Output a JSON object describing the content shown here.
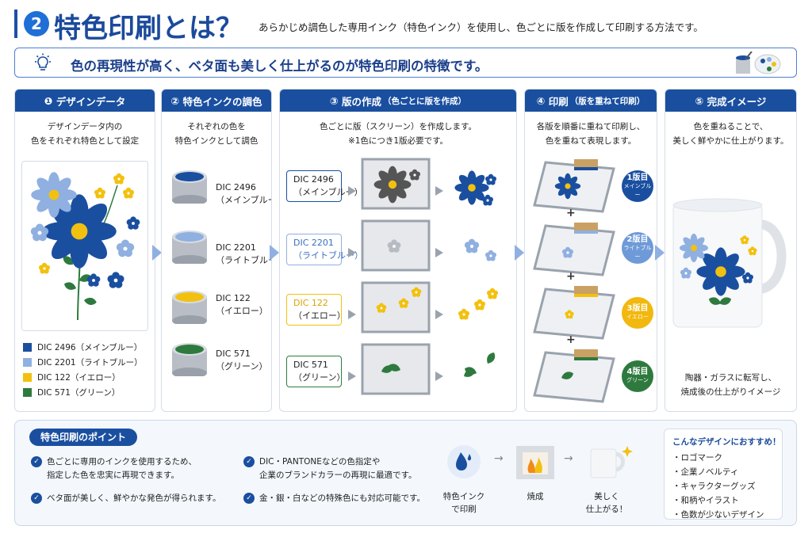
{
  "header": {
    "number": "2",
    "title": "特色印刷とは？",
    "description": "あらかじめ調色した専用インク（特色インク）を使用し、色ごとに版を作成して印刷する方法です。"
  },
  "banner": {
    "icon": "lightbulb-icon",
    "text": "色の再現性が高く、ベタ面も美しく仕上がるのが特色印刷の特徴です。"
  },
  "colors": {
    "main_blue": "#1a4fa0",
    "light_blue": "#8fb0e0",
    "yellow": "#f2c10f",
    "green": "#2e7a3e"
  },
  "steps": [
    {
      "num": "❶",
      "title": "デザインデータ",
      "sub": "",
      "lines": [
        "デザインデータ内の",
        "色をそれぞれ特色として設定"
      ]
    },
    {
      "num": "②",
      "title": "特色インクの調色",
      "sub": "",
      "lines": [
        "それぞれの色を",
        "特色インクとして調色"
      ]
    },
    {
      "num": "③",
      "title": "版の作成",
      "sub": "（色ごとに版を作成）",
      "lines": [
        "色ごとに版（スクリーン）を作成します。",
        "※1色につき1版必要です。"
      ]
    },
    {
      "num": "④",
      "title": "印刷",
      "sub": "（版を重ねて印刷）",
      "lines": [
        "各版を順番に重ねて印刷し、",
        "色を重ねて表現します。"
      ]
    },
    {
      "num": "⑤",
      "title": "完成イメージ",
      "sub": "",
      "lines": [
        "色を重ねることで、",
        "美しく鮮やかに仕上がります。"
      ]
    }
  ],
  "legend": [
    {
      "label": "DIC 2496（メインブルー）",
      "color": "#1a4fa0"
    },
    {
      "label": "DIC 2201（ライトブルー）",
      "color": "#8fb0e0"
    },
    {
      "label": "DIC 122（イエロー）",
      "color": "#f2c10f"
    },
    {
      "label": "DIC 571（グリーン）",
      "color": "#2e7a3e"
    }
  ],
  "inks": [
    {
      "code": "DIC 2496",
      "name": "（メインブルー）"
    },
    {
      "code": "DIC 2201",
      "name": "（ライトブルー）"
    },
    {
      "code": "DIC 122",
      "name": "（イエロー）"
    },
    {
      "code": "DIC 571",
      "name": "（グリーン）"
    }
  ],
  "plates": [
    {
      "code": "DIC 2496",
      "name": "（メインブルー）"
    },
    {
      "code": "DIC 2201",
      "name": "（ライトブルー）"
    },
    {
      "code": "DIC 122",
      "name": "（イエロー）"
    },
    {
      "code": "DIC 571",
      "name": "（グリーン）"
    }
  ],
  "print_badges": [
    {
      "order": "1版目",
      "name": "メインブルー"
    },
    {
      "order": "2版目",
      "name": "ライトブルー"
    },
    {
      "order": "3版目",
      "name": "イエロー"
    },
    {
      "order": "4版目",
      "name": "グリーン"
    }
  ],
  "finished_caption": [
    "陶器・ガラスに転写し、",
    "焼成後の仕上がりイメージ"
  ],
  "points": {
    "title": "特色印刷のポイント",
    "items": [
      [
        "色ごとに専用のインクを使用するため、",
        "指定した色を忠実に再現できます。"
      ],
      [
        "ベタ面が美しく、鮮やかな発色が得られます。"
      ],
      [
        "DIC・PANTONEなどの色指定や",
        "企業のブランドカラーの再現に最適です。"
      ],
      [
        "金・銀・白などの特殊色にも対応可能です。"
      ]
    ]
  },
  "flow": [
    [
      "特色インク",
      "で印刷"
    ],
    [
      "焼成"
    ],
    [
      "美しく",
      "仕上がる！"
    ]
  ],
  "recommend": {
    "title": "こんなデザインにおすすめ！",
    "items": [
      "・ロゴマーク",
      "・企業ノベルティ",
      "・キャラクターグッズ",
      "・和柄やイラスト",
      "・色数が少ないデザイン"
    ]
  }
}
